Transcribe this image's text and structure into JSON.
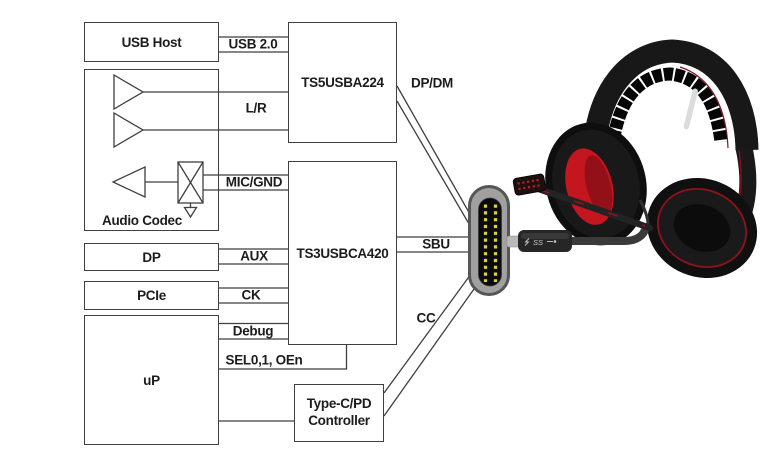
{
  "diagram": {
    "blocks": {
      "usb_host": "USB Host",
      "audio_codec": "Audio Codec",
      "usb_mux": "TS5USBA224",
      "alt_mux": "TS3USBCA420",
      "dp": "DP",
      "pcie": "PCIe",
      "up": "uP",
      "typec_pd": [
        "Type-C/PD",
        "Controller"
      ]
    },
    "signals": {
      "usb20": "USB 2.0",
      "lr": "L/R",
      "micgnd": "MIC/GND",
      "aux": "AUX",
      "ck": "CK",
      "debug": "Debug",
      "sel": "SEL0,1, OEn",
      "dpdm": "DP/DM",
      "sbu": "SBU",
      "cc": "CC"
    },
    "colors": {
      "wire": "#3f3f3f",
      "text": "#1c1c1c",
      "connector_body": "#a0a0a0",
      "connector_ring": "#565656",
      "connector_cavity": "#0b0b0b",
      "pin_gold": "#d9d13f",
      "headset_black": "#161616",
      "headset_red": "#c4161f",
      "cable_gray": "#3a3a3a"
    }
  },
  "photo": {
    "cable_marking": "SS"
  }
}
